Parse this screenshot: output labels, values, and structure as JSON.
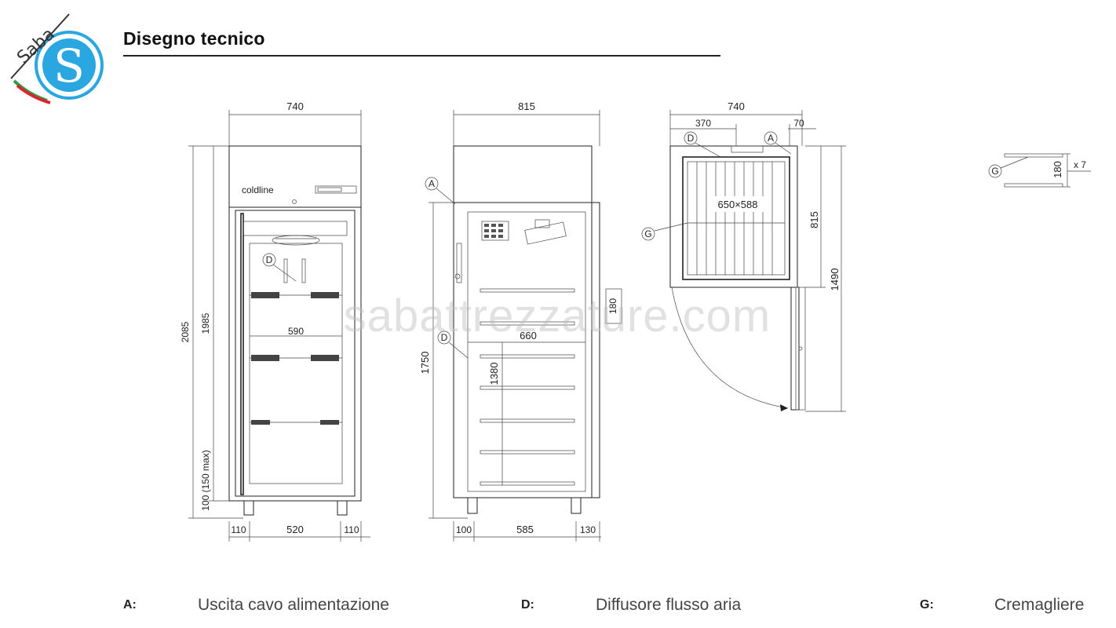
{
  "title": "Disegno tecnico",
  "logo": {
    "wordmark": "Saba",
    "letter": "S",
    "colors": {
      "blue": "#2aa6e0",
      "green": "#2e9d4a",
      "red": "#d9262c"
    }
  },
  "watermark": "sabattrezzature.com",
  "front": {
    "brand_label": "coldline",
    "width": "740",
    "height_total": "2085",
    "height_body": "1985",
    "feet": "100 (150 max)",
    "inner_width": "590",
    "bottom_left": "110",
    "bottom_middle": "520",
    "bottom_right": "110",
    "callout_d": "D"
  },
  "side": {
    "depth": "815",
    "height": "1750",
    "inner_height": "1380",
    "inner_depth": "660",
    "shelf_gap": "180",
    "bottom_left": "100",
    "bottom_middle": "585",
    "bottom_right": "130",
    "callout_a": "A",
    "callout_d": "D"
  },
  "top": {
    "width": "740",
    "left_part": "370",
    "right_part": "70",
    "tray": "650×588",
    "depth": "815",
    "depth_open": "1490",
    "callout_d": "D",
    "callout_a": "A",
    "callout_g": "G"
  },
  "rack": {
    "callout_g": "G",
    "spacing": "180",
    "count": "x 7"
  },
  "legend": [
    {
      "code": "A:",
      "text": "Uscita cavo alimentazione"
    },
    {
      "code": "D:",
      "text": "Diffusore flusso aria"
    },
    {
      "code": "G:",
      "text": "Cremagliere"
    }
  ]
}
